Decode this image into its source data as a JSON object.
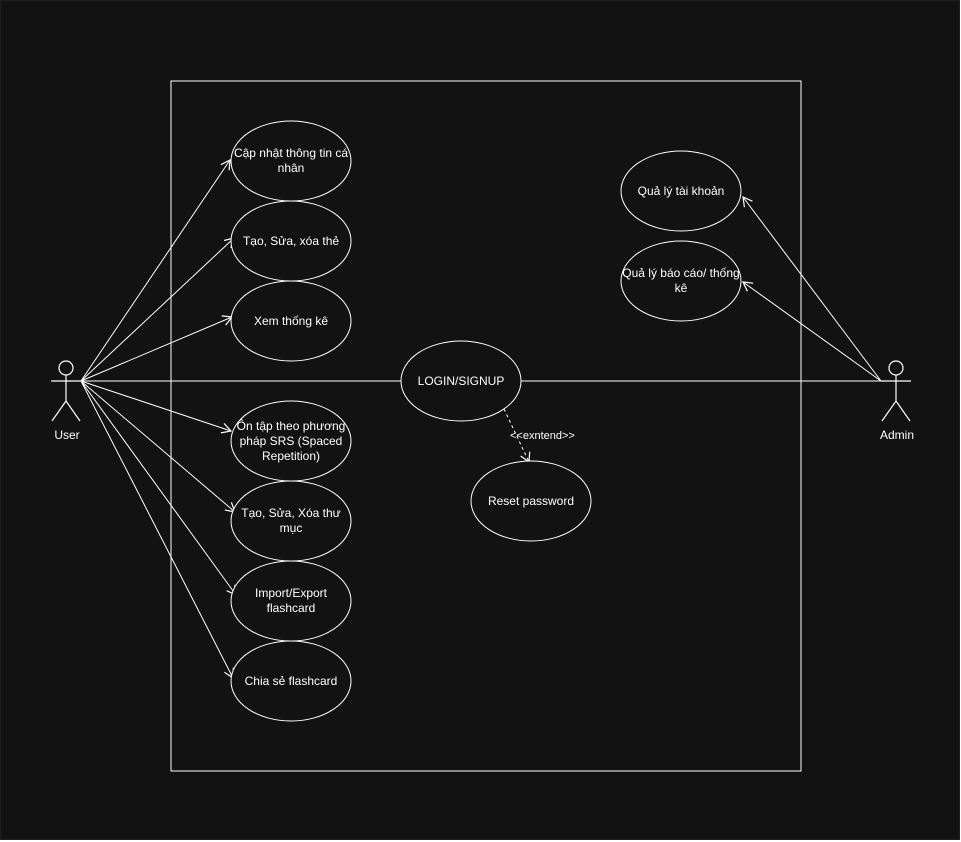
{
  "colors": {
    "background": "#121212",
    "stroke": "#ffffff",
    "text": "#ffffff"
  },
  "actors": {
    "user": {
      "label": "User"
    },
    "admin": {
      "label": "Admin"
    }
  },
  "use_cases": {
    "update_profile": "Cập nhật thông tin cá nhân",
    "card_crud": "Tạo, Sửa, xóa thẻ",
    "view_stats": "Xem thống kê",
    "srs_review": "Ôn tập theo phương pháp SRS (Spaced Repetition)",
    "folder_crud": "Tạo, Sửa, Xóa thư mục",
    "import_export": "Import/Export flashcard",
    "share": "Chia sẻ flashcard",
    "login": "LOGIN/SIGNUP",
    "reset_password": "Reset password",
    "manage_accounts": "Quả lý tài khoản",
    "manage_reports": "Quả lý báo cáo/ thống kê"
  },
  "relations": {
    "extend_label": "<<exntend>>"
  }
}
